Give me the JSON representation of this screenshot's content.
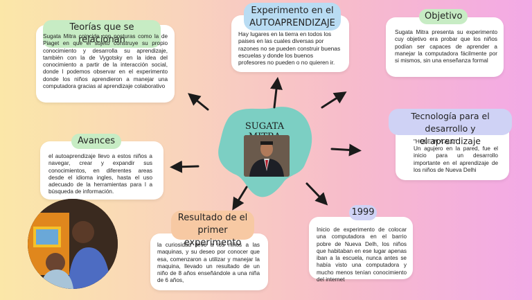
{
  "center": {
    "title": "SUGATA MITRA"
  },
  "nodes": {
    "teorias": {
      "label": "Teorías que se relacionan",
      "text": "Sugata Mitra coincide con posturas como la de Piaget en que el sujeto construye su propio conocimiento y desarrolla su aprendizaje, también con la de Vygotsky en la idea del conocimiento a partir de la interacción social, donde l podemos observar en el experimento donde los niños aprendieron a manejar una computadora gracias al aprendizaje colaborativo"
    },
    "experimento": {
      "label_line1": "Experimento en el",
      "label_line2": "AUTOAPRENDIZAJE",
      "text": "Hay lugares en la tierra en todos los paises en las cuales diversas por razones no se pueden construir buenas escuelas y donde los buenos profesores no pueden o no quieren ir."
    },
    "objetivo": {
      "label": "Objetivo",
      "text": "Sugata Mitra presenta su experimento cuy objetivo era probar que los niños podían ser capaces de aprender a manejar la computadora fácilmente por si mismos, sin una enseñanza formal"
    },
    "tecnologia": {
      "label_line1": "Tecnología para el desarrollo y",
      "label_line2": "el aprendizaje",
      "quote": "\"HOLE IN A ALL\"",
      "text": "Un agujero en la pared, fue el inicio para un desarrollo importante en el aprendizaje de los niños de Nueva Delhi"
    },
    "avances": {
      "label": "Avances",
      "text": "el autoaprendizaje llevo a estos niños a navegar, crear y expandir sus conocimientos, en diferentes areas desde el idioma ingles, hasta el uso adecuado de la herramientas para l a búsqueda de información."
    },
    "resultado": {
      "label_line1": "Resultado de el",
      "label_line2": "primer experimento",
      "text": "la curiosidad llevo a los niños a las maquinas, y su deseo por conocer que esa, comenzaron a utilizar y manejar la maquina, llevado un resultado de un niño de 8 años enseñándole a una niña de 6 años,"
    },
    "year": {
      "label": "1999",
      "text": "Inicio de experimento de colocar una computadora en el barrio pobre de Nueva Delh, los niños que habitaban en ese lugar apenas iban a la escuela, nunca antes se había visto una computadora y mucho menos tenían conocimiento del internet"
    }
  },
  "colors": {
    "tag_green": "#c7ecc4",
    "tag_blue": "#b9dcf3",
    "tag_orange": "#f7c9a3",
    "tag_lavender": "#cfd2f5",
    "center_blob": "#7ccfc3",
    "arrow": "#1b1b1b"
  }
}
